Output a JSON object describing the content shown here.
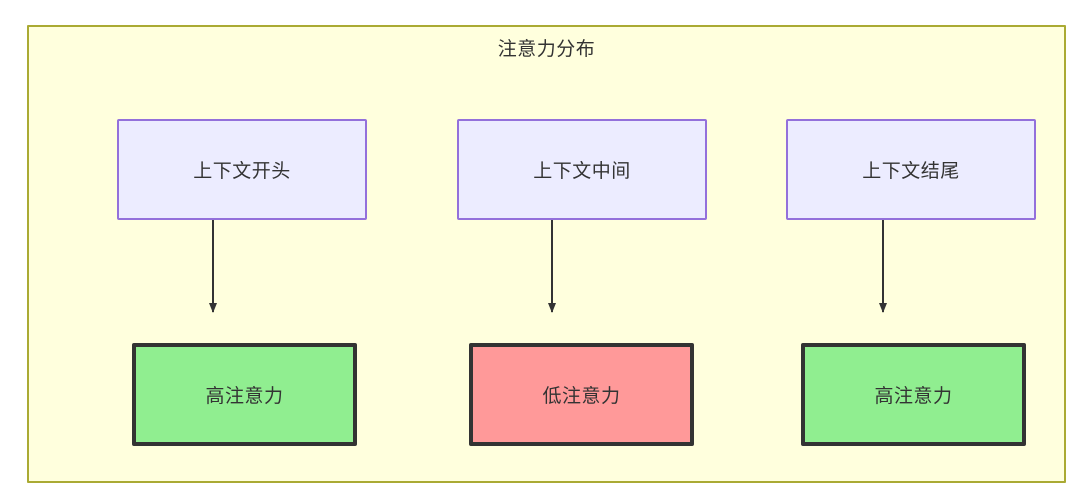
{
  "diagram": {
    "title": "注意力分布",
    "container": {
      "fill": "#ffffdd",
      "stroke": "#aaaa33"
    },
    "nodes": [
      {
        "id": "context-start",
        "label": "上下文开头",
        "role": "source",
        "fill": "#ececff",
        "stroke": "#9370db",
        "column": 1
      },
      {
        "id": "context-middle",
        "label": "上下文中间",
        "role": "source",
        "fill": "#ececff",
        "stroke": "#9370db",
        "column": 2
      },
      {
        "id": "context-end",
        "label": "上下文结尾",
        "role": "source",
        "fill": "#ececff",
        "stroke": "#9370db",
        "column": 3
      },
      {
        "id": "high-attention-start",
        "label": "高注意力",
        "role": "result",
        "fill": "#90ee90",
        "stroke": "#333333",
        "column": 1
      },
      {
        "id": "low-attention-middle",
        "label": "低注意力",
        "role": "result",
        "fill": "#ff9999",
        "stroke": "#333333",
        "column": 2
      },
      {
        "id": "high-attention-end",
        "label": "高注意力",
        "role": "result",
        "fill": "#90ee90",
        "stroke": "#333333",
        "column": 3
      }
    ],
    "edges": [
      {
        "from": "context-start",
        "to": "high-attention-start",
        "label": ""
      },
      {
        "from": "context-middle",
        "to": "low-attention-middle",
        "label": ""
      },
      {
        "from": "context-end",
        "to": "high-attention-end",
        "label": ""
      }
    ],
    "edge_color": "#333333"
  }
}
